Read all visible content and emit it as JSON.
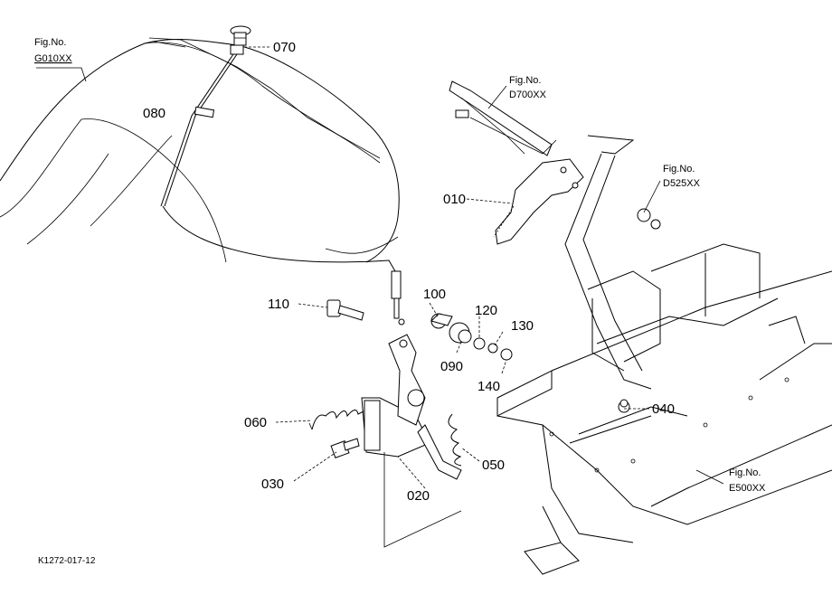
{
  "figure_code": "K1272-017-12",
  "figure_refs": [
    {
      "label": "Fig.No.",
      "code": "G010XX"
    },
    {
      "label": "Fig.No.",
      "code": "D700XX"
    },
    {
      "label": "Fig.No.",
      "code": "D525XX"
    },
    {
      "label": "Fig.No.",
      "code": "E500XX"
    }
  ],
  "callouts": [
    "070",
    "080",
    "010",
    "110",
    "100",
    "120",
    "130",
    "090",
    "140",
    "060",
    "040",
    "030",
    "020",
    "050"
  ]
}
